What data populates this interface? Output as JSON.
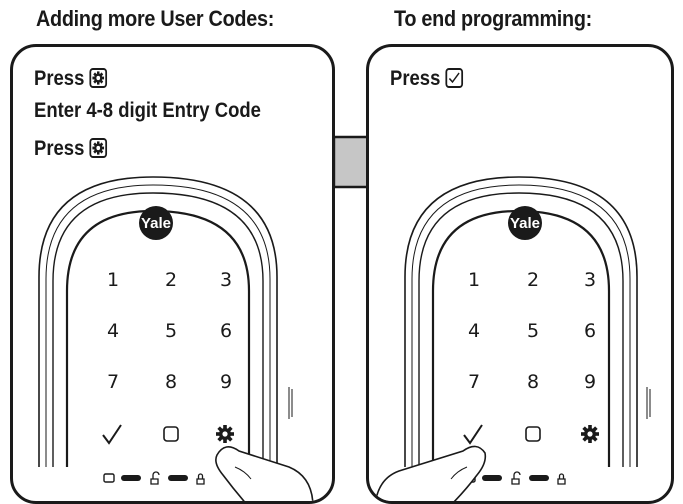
{
  "left_section": {
    "heading": "Adding more User Codes:",
    "steps": [
      {
        "text": "Press",
        "icon": "gear-icon"
      },
      {
        "text": "Enter 4-8 digit Entry Code",
        "icon": ""
      },
      {
        "text": "Press",
        "icon": "gear-icon"
      }
    ]
  },
  "right_section": {
    "heading": "To end programming:",
    "steps": [
      {
        "text": "Press",
        "icon": "checkmark-icon"
      }
    ]
  },
  "keypad": {
    "brand": "Yale",
    "rows": [
      [
        "1",
        "2",
        "3"
      ],
      [
        "4",
        "5",
        "6"
      ],
      [
        "7",
        "8",
        "9"
      ]
    ],
    "bottom_row": [
      "checkmark-icon",
      "0-icon",
      "gear-icon"
    ],
    "status_icons": [
      "battery-icon",
      "unlock-icon",
      "lock-icon"
    ]
  },
  "arrow": {
    "direction": "right",
    "fill": "#c6c6c6"
  },
  "colors": {
    "line": "#1a1a1a",
    "arrow_fill": "#c6c6c6",
    "background": "#ffffff"
  }
}
